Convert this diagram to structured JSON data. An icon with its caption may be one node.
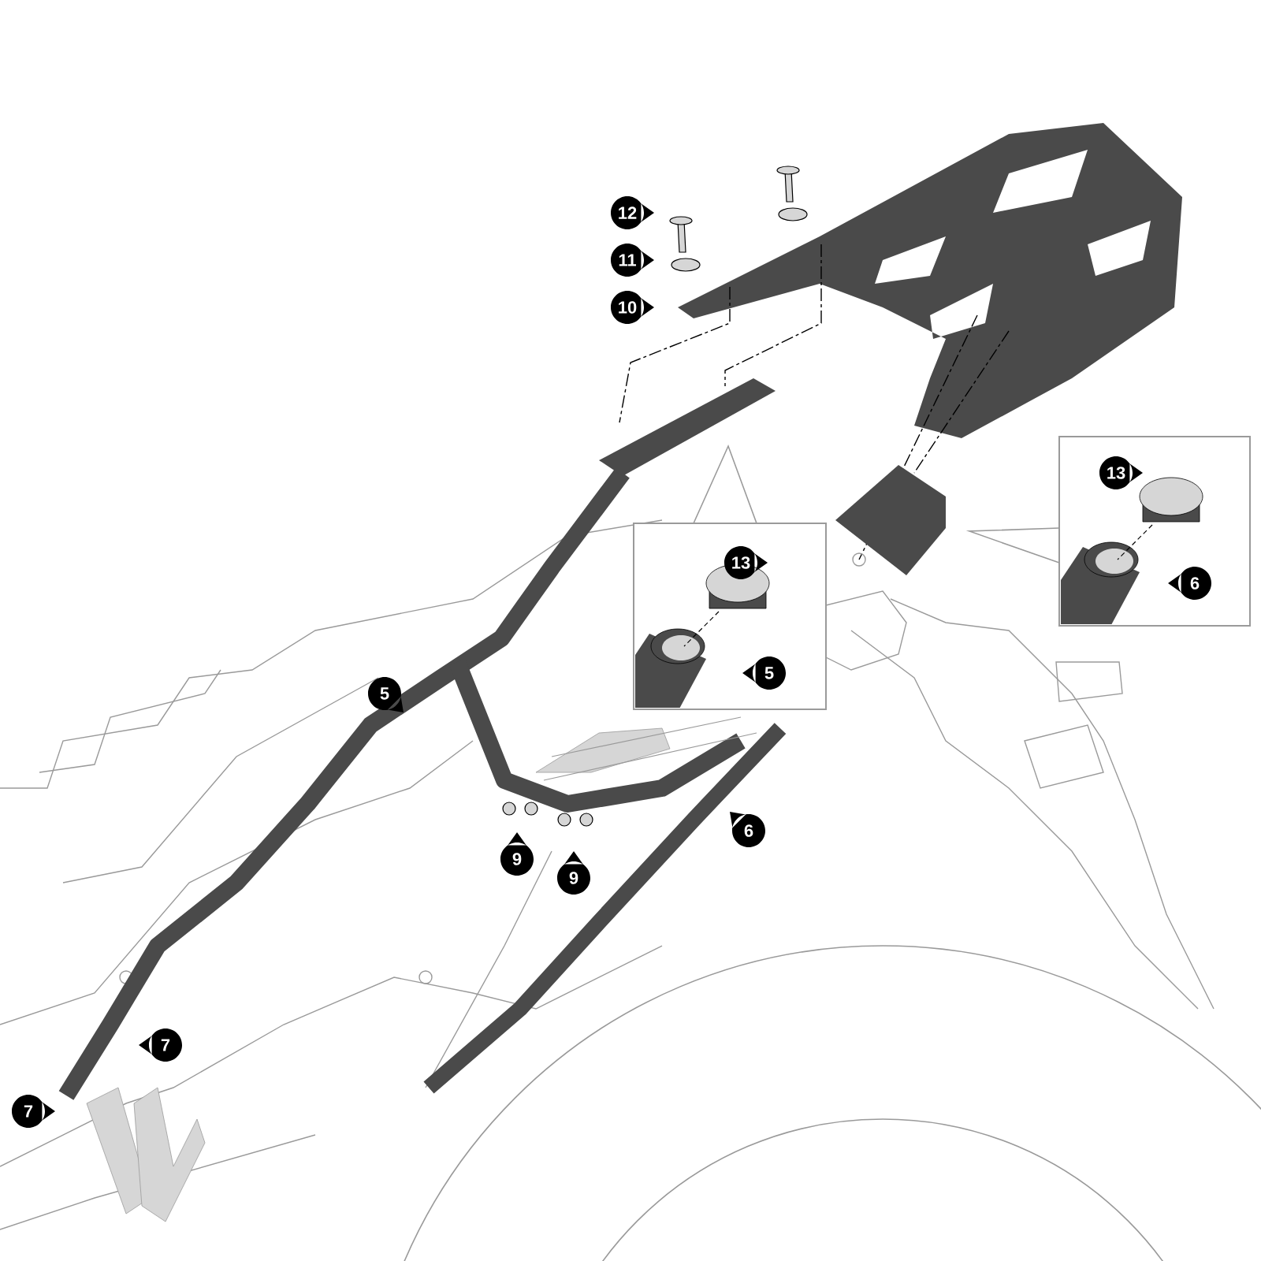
{
  "diagram": {
    "labels": [
      "12",
      "11",
      "10",
      "13",
      "13",
      "6",
      "5",
      "5",
      "6",
      "9",
      "9",
      "7",
      "7"
    ]
  }
}
